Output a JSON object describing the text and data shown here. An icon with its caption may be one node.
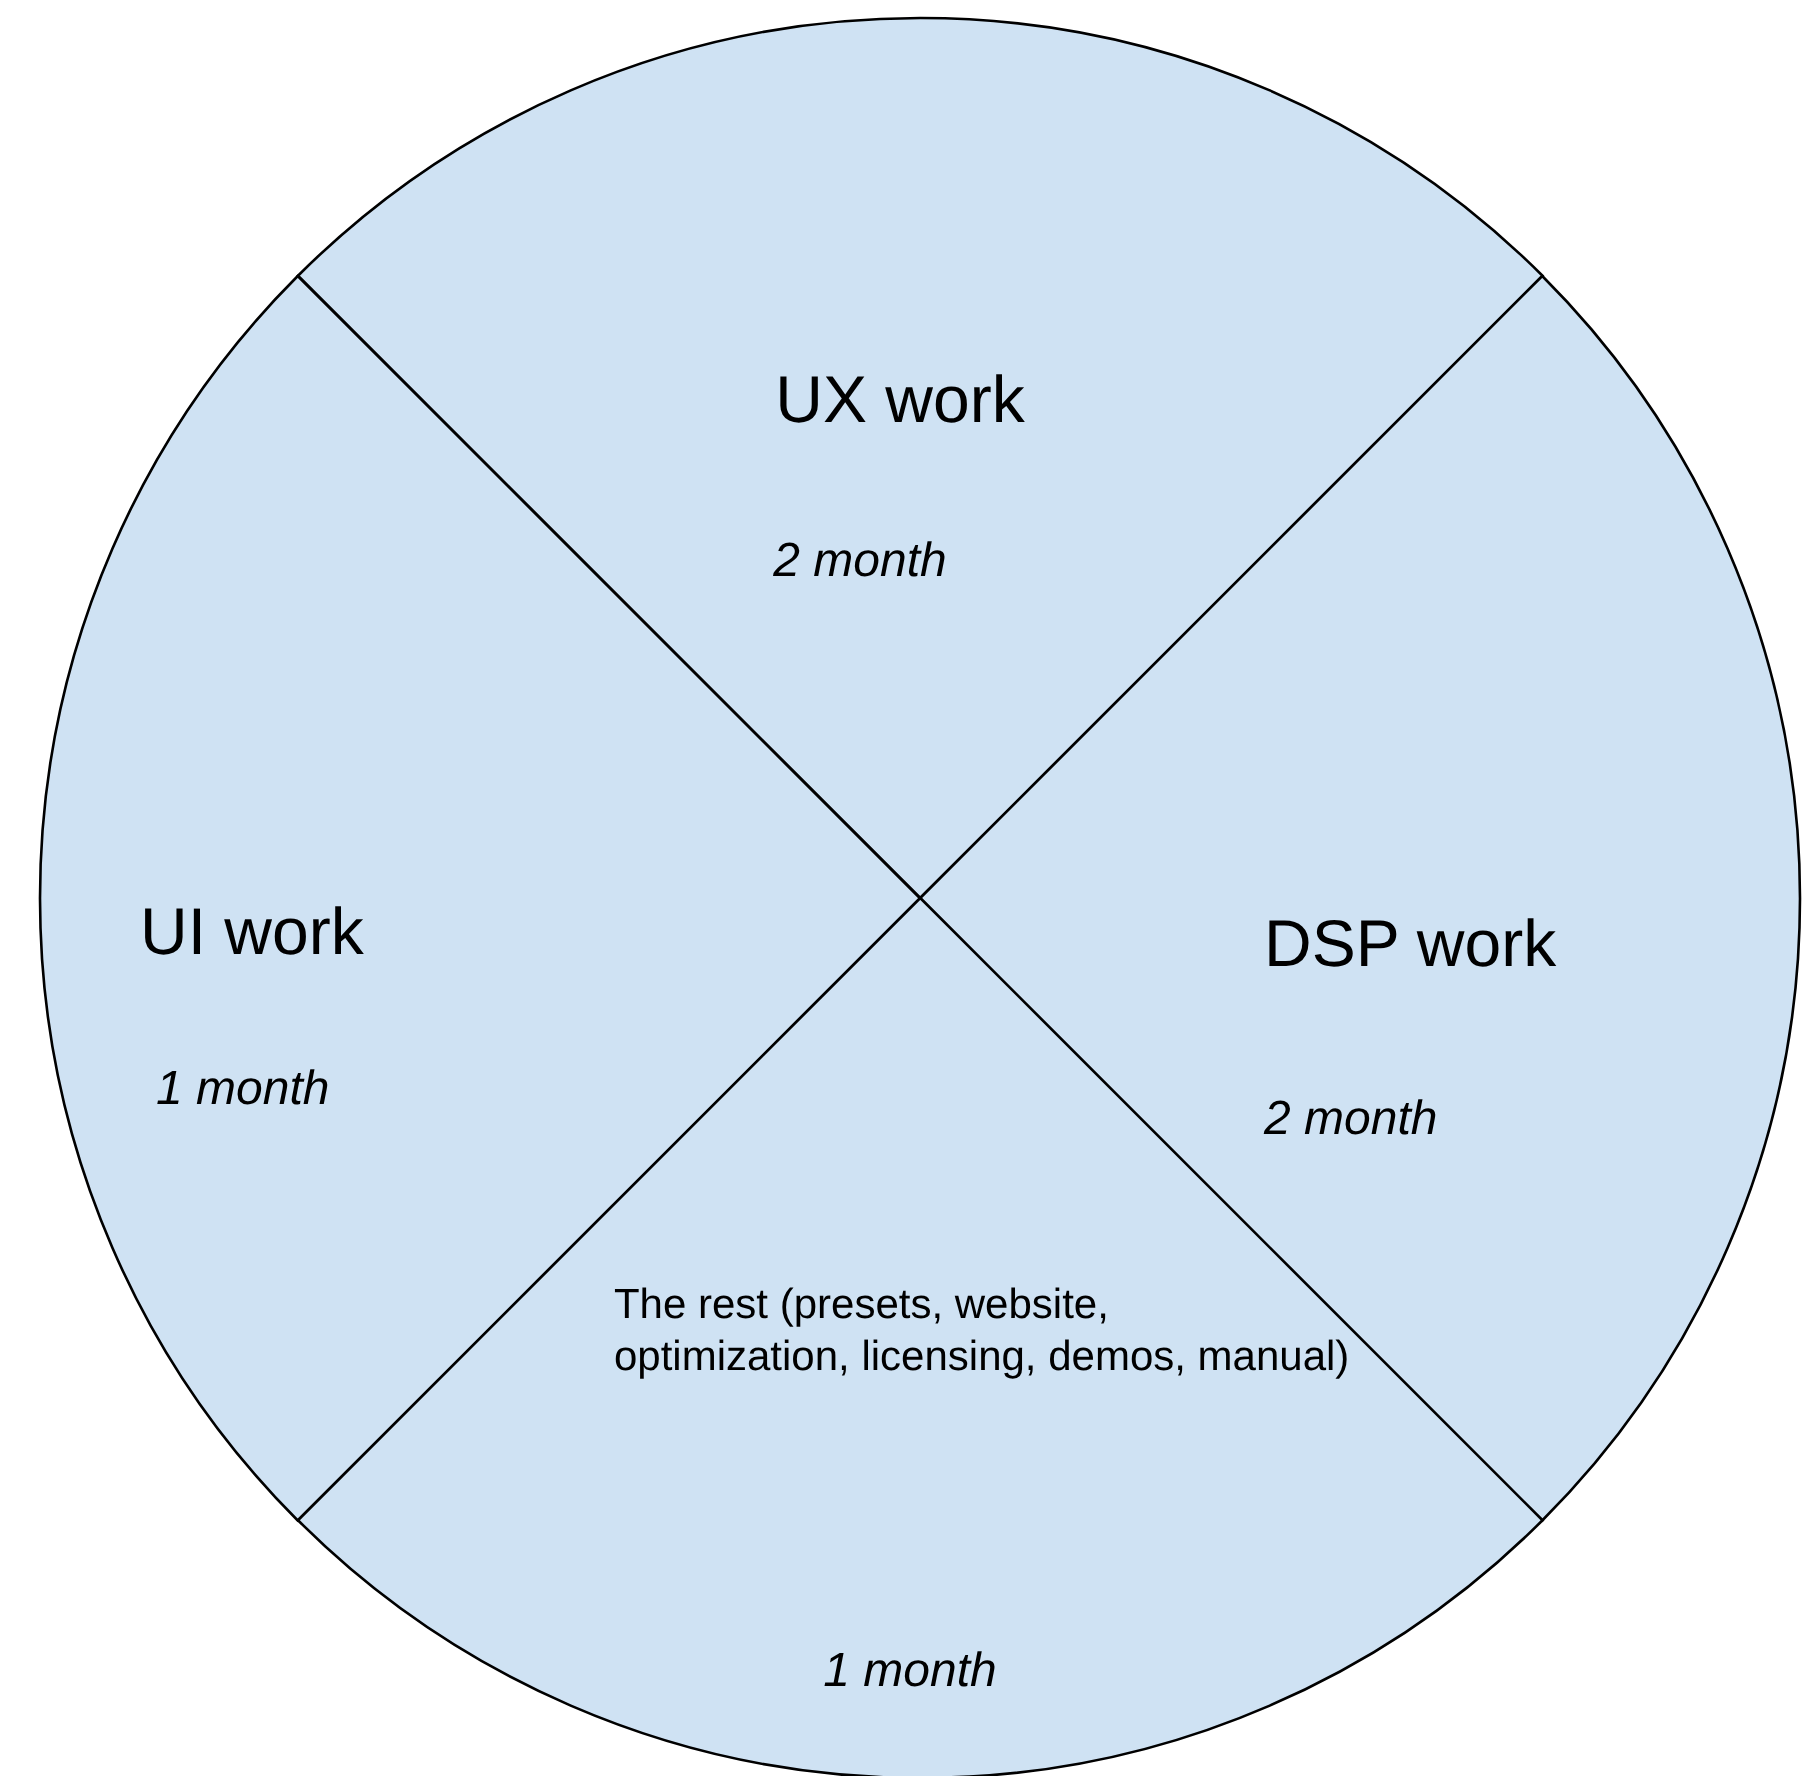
{
  "diagram": {
    "nodes": [
      {
        "text": [
          "UX work",
          "2 month"
        ]
      },
      {
        "text": [
          "UI work",
          "1 month"
        ]
      },
      {
        "text": [
          "DSP work",
          "2 month"
        ]
      },
      {
        "text": [
          "The rest (presets, website, optimization, licensing, demos, manual)",
          "1 month"
        ]
      }
    ]
  }
}
